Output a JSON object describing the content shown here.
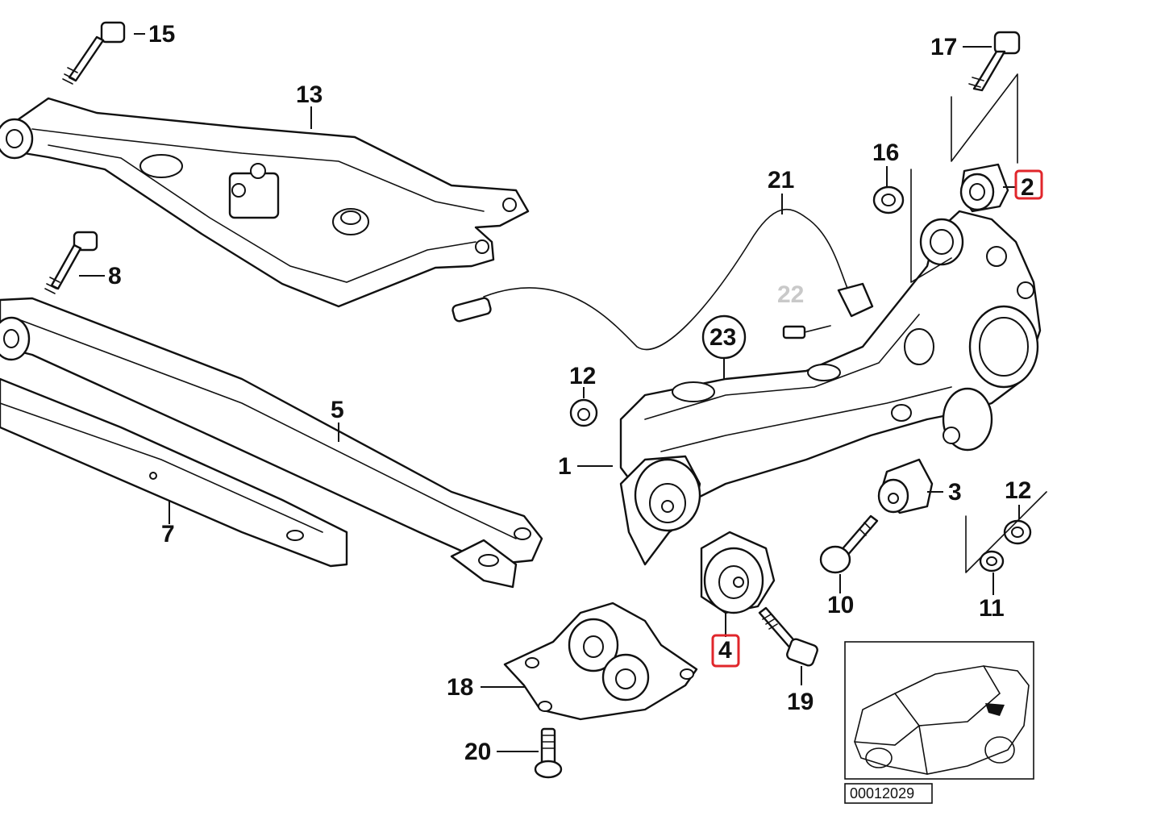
{
  "labels": {
    "p1": "1",
    "p2": "2",
    "p3": "3",
    "p4": "4",
    "p5": "5",
    "p7": "7",
    "p8": "8",
    "p10": "10",
    "p11": "11",
    "p12a": "12",
    "p12b": "12",
    "p13": "13",
    "p15": "15",
    "p16": "16",
    "p17": "17",
    "p18": "18",
    "p19": "19",
    "p20": "20",
    "p21": "21",
    "p22": "22",
    "p23": "23"
  },
  "highlighted": [
    "2",
    "4"
  ],
  "highlight_color": "#e0262b",
  "reference_code": "00012029",
  "inset": "car-location-thumbnail"
}
